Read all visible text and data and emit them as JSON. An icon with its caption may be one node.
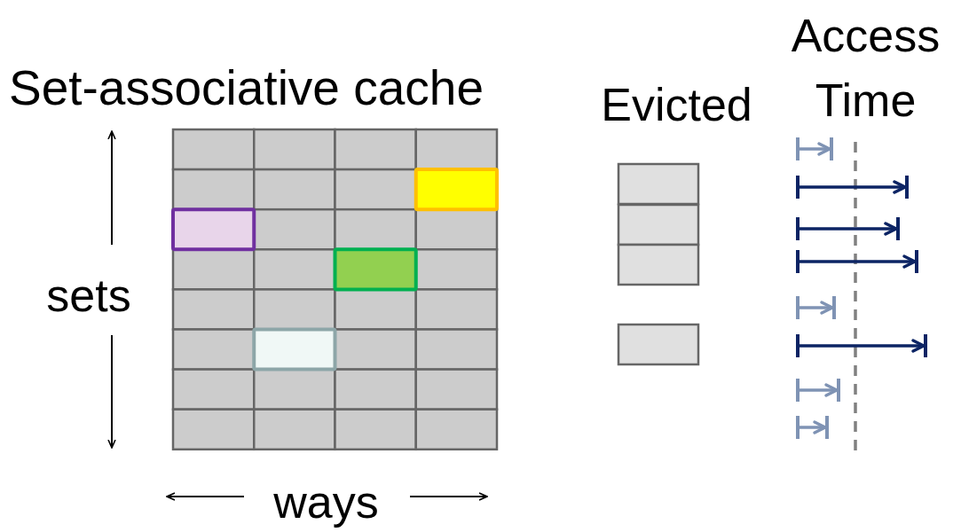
{
  "diagram": {
    "title": "Set-associative cache",
    "labels": [
      "Evicted",
      "Access Time",
      "sets",
      "ways"
    ]
  }
}
